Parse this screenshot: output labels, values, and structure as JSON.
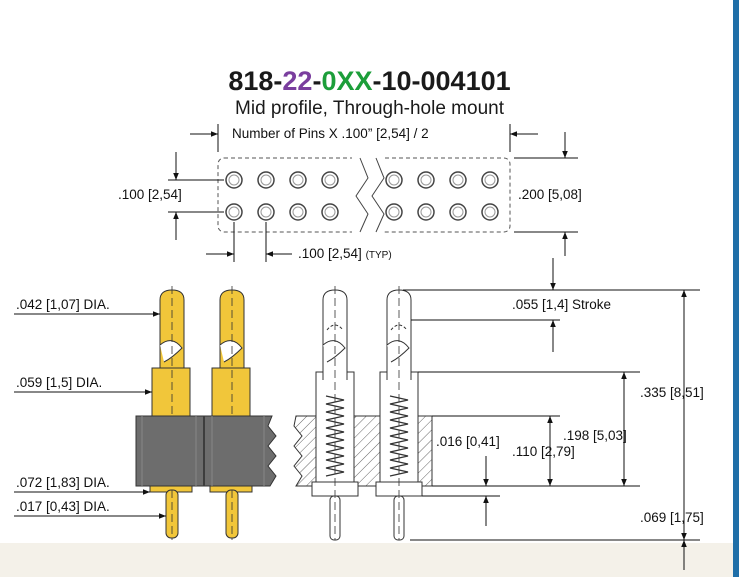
{
  "title": {
    "part_number_parts": [
      "818-",
      "22",
      "-",
      "0XX",
      "-10-004101"
    ],
    "subtitle": "Mid profile, Through-hole mount"
  },
  "colors": {
    "part_text": "#1a1a1a",
    "part_accent_1": "#7a3e9e",
    "part_accent_2": "#1c9e3a",
    "pin_gold": "#f1c63a",
    "body_gray": "#6d6d6d",
    "bottom_strip": "#f4f1e9",
    "right_strip": "#1f6fa8"
  },
  "dimensions": {
    "num_pins": "Number of Pins X .100” [2,54] / 2",
    "pitch_vertical": ".100 [2,54]",
    "row_spacing": ".200 [5,08]",
    "pitch_horizontal": ".100 [2,54]",
    "pitch_horizontal_note": "(TYP)",
    "tip_dia": ".042 [1,07] DIA.",
    "barrel_dia": ".059 [1,5] DIA.",
    "collar_dia": ".072 [1,83] DIA.",
    "tail_dia": ".017 [0,43] DIA.",
    "stroke": ".055 [1,4] Stroke",
    "overall_height": ".335 [8,51]",
    "above_body": ".198 [5,03]",
    "body_thickness": ".110 [2,79]",
    "collar_height": ".016 [0,41]",
    "tail_length": ".069 [1,75]"
  }
}
